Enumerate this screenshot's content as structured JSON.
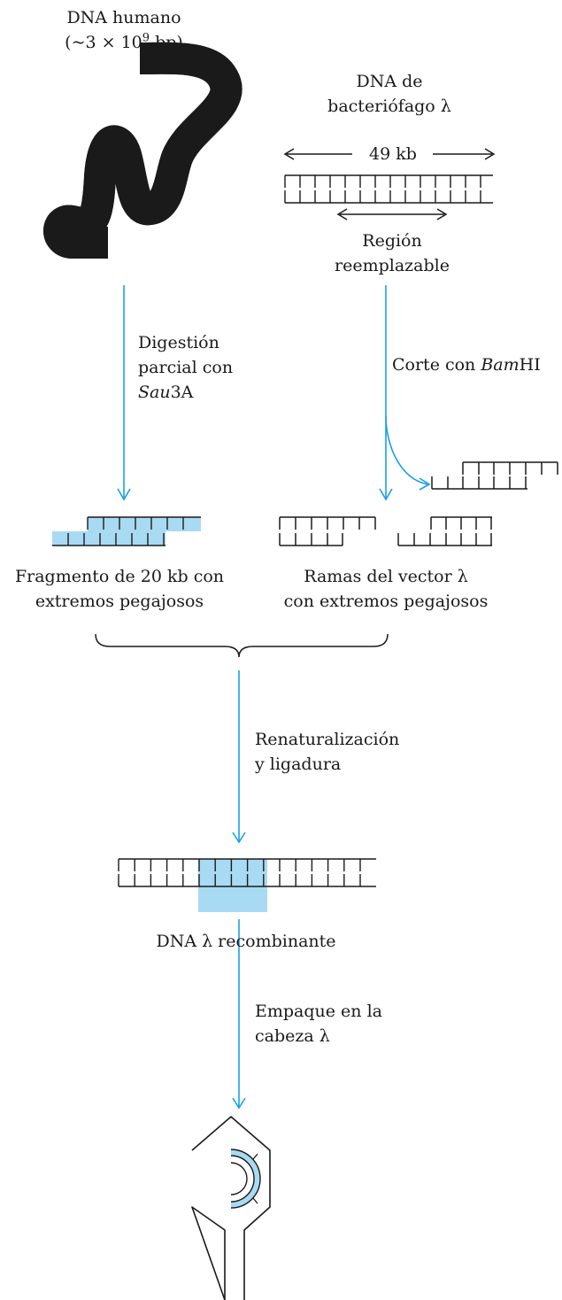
{
  "colors": {
    "accent": "#1aa0e6",
    "fill": "#a9daf3",
    "stroke": "#1a1a1a",
    "background": "#ffffff"
  },
  "human_dna": {
    "line1": "DNA humano",
    "line2_prefix": "(~3 × 10",
    "line2_sup": "9",
    "line2_suffix": " bp)"
  },
  "phage_dna": {
    "line1": "DNA de",
    "line2": "bacteriófago λ",
    "length": "49 kb"
  },
  "replaceable": {
    "line1": "Región",
    "line2": "reemplazable"
  },
  "digestion": {
    "line1": "Digestión",
    "line2": "parcial con",
    "enzyme_italic": "Sau",
    "enzyme_rest": "3A"
  },
  "cut": {
    "prefix": "Corte con ",
    "enzyme_italic": "Bam",
    "enzyme_rest": "HI"
  },
  "fragment": {
    "line1": "Fragmento de 20 kb con",
    "line2": "extremos pegajosos"
  },
  "arms": {
    "line1": "Ramas del vector λ",
    "line2": "con extremos pegajosos"
  },
  "annealing": {
    "line1": "Renaturalización",
    "line2": "y ligadura"
  },
  "recombinant": {
    "label": "DNA λ recombinante"
  },
  "packaging": {
    "line1": "Empaque en la",
    "line2": "cabeza λ"
  }
}
